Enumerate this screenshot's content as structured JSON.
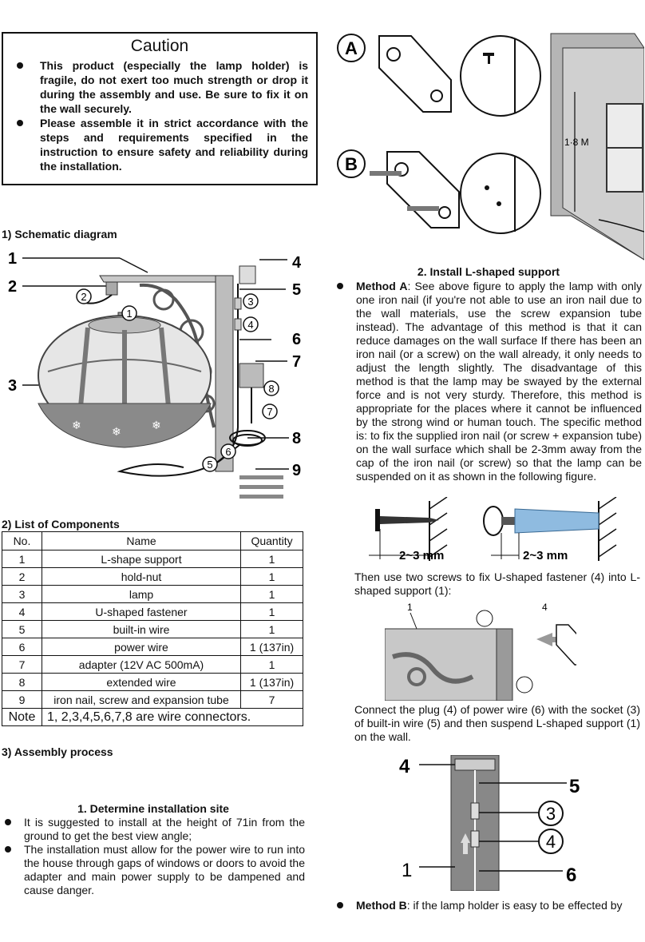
{
  "caution": {
    "title": "Caution",
    "items": [
      "This product (especially the lamp holder) is fragile, do not exert too much strength or drop it during the assembly and use. Be sure to fix it on the wall securely.",
      "Please assemble it in strict accordance with the steps and requirements specified in the instruction to ensure safety and reliability during the installation."
    ]
  },
  "schematic": {
    "heading": "1) Schematic diagram",
    "callouts": [
      "1",
      "2",
      "3",
      "4",
      "5",
      "6",
      "7",
      "8",
      "9"
    ],
    "circled": [
      "1",
      "2",
      "3",
      "4",
      "5",
      "6",
      "7",
      "8"
    ]
  },
  "components": {
    "heading": "2)    List of Components",
    "headers": [
      "No.",
      "Name",
      "Quantity"
    ],
    "rows": [
      [
        "1",
        "L-shape support",
        "1"
      ],
      [
        "2",
        "hold-nut",
        "1"
      ],
      [
        "3",
        "lamp",
        "1"
      ],
      [
        "4",
        "U-shaped fastener",
        "1"
      ],
      [
        "5",
        "built-in wire",
        "1"
      ],
      [
        "6",
        "power wire",
        "1 (137in)"
      ],
      [
        "7",
        "adapter (12V AC 500mA)",
        "1"
      ],
      [
        "8",
        "extended wire",
        "1 (137in)"
      ],
      [
        "9",
        "iron nail, screw and expansion tube",
        "7"
      ]
    ],
    "note_label": "Note",
    "note_text": "1, 2,3,4,5,6,7,8 are wire connectors."
  },
  "assembly": {
    "heading": "3)    Assembly process",
    "step1_title": "1. Determine installation site",
    "step1_items": [
      "It is suggested to install at the height of 71in from the ground to get the best view angle;",
      "The installation must allow for the power wire to run into the house through gaps of windows or doors to avoid the adapter and main power supply to be dampened and cause danger."
    ]
  },
  "figure_top": {
    "label_a": "A",
    "label_b": "B",
    "height_label": "1·8 M"
  },
  "step2": {
    "title": "2. Install L-shaped support",
    "method_a_label": "Method A",
    "method_a_text": ": See above figure to apply the lamp with only one iron nail (if you're not able to use an iron nail due to the wall materials, use the screw expansion tube instead). The advantage of this method is that it can reduce damages on the wall surface If there has been an iron nail (or a screw) on the wall already, it only needs to adjust the length slightly. The disadvantage of this method is that the lamp may be swayed by the external force and is not very sturdy. Therefore, this method is appropriate for the places where it cannot be influenced by the strong wind or human touch. The specific method is: to fix the supplied iron nail (or screw + expansion tube) on the wall surface which shall be 2-3mm away from the cap of the iron nail (or screw) so that the lamp can be suspended on it as shown in the following figure.",
    "gap_label": "2~3 mm",
    "para_screws": "Then use two screws to fix U-shaped fastener (4) into L-shaped support (1):",
    "fig_label_1": "1",
    "fig_label_4": "4",
    "para_connect": "Connect the plug (4) of power wire (6) with the socket (3) of built-in wire (5) and then suspend L-shaped support (1) on the wall.",
    "fig2_labels": [
      "4",
      "5",
      "3",
      "4",
      "1",
      "6"
    ],
    "method_b_label": "Method B",
    "method_b_text": ": if the lamp holder is easy to be effected by"
  }
}
